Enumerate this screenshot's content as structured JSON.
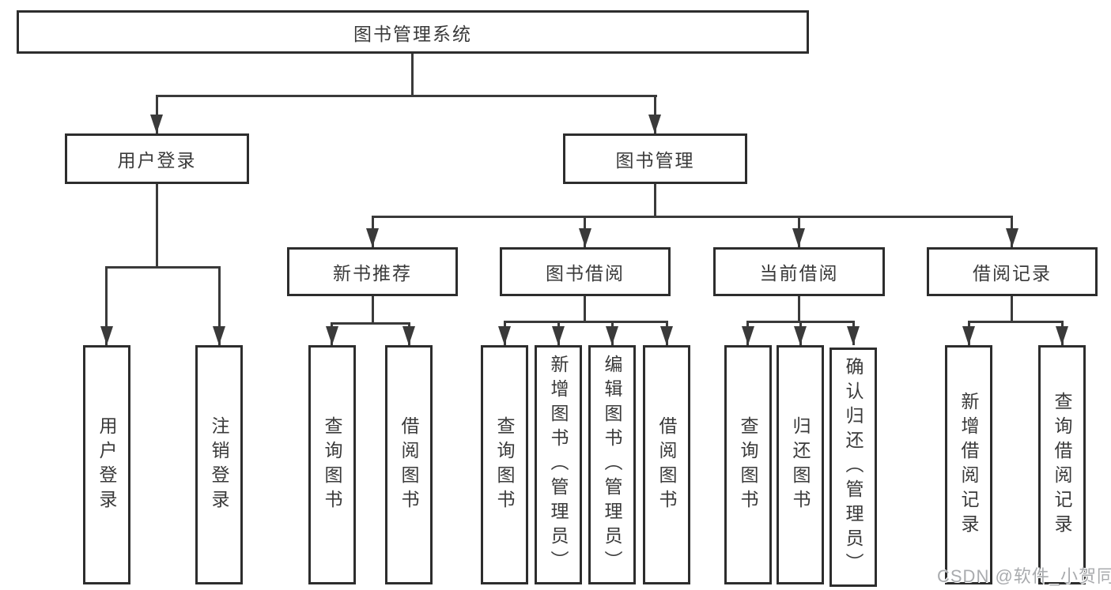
{
  "diagram": {
    "title": "图书管理系统",
    "root": {
      "label": "图书管理系统"
    },
    "level2": {
      "user_login": {
        "label": "用户登录"
      },
      "book_management": {
        "label": "图书管理"
      }
    },
    "level3": {
      "new_book_recommend": {
        "label": "新书推荐"
      },
      "book_borrow": {
        "label": "图书借阅"
      },
      "current_borrow": {
        "label": "当前借阅"
      },
      "borrow_records": {
        "label": "借阅记录"
      }
    },
    "leaves": {
      "user_login_action": {
        "label": "用户登录"
      },
      "logout_action": {
        "label": "注销登录"
      },
      "query_book_recommend": {
        "label": "查询图书"
      },
      "borrow_book_recommend": {
        "label": "借阅图书"
      },
      "query_book_borrow": {
        "label": "查询图书"
      },
      "add_book_admin": {
        "label": "新增图书（管理员）"
      },
      "edit_book_admin": {
        "label": "编辑图书（管理员）"
      },
      "borrow_book_borrow": {
        "label": "借阅图书"
      },
      "query_book_current": {
        "label": "查询图书"
      },
      "return_book": {
        "label": "归还图书"
      },
      "confirm_return_admin": {
        "label": "确认归还（管理员）"
      },
      "add_borrow_record": {
        "label": "新增借阅记录"
      },
      "query_borrow_record": {
        "label": "查询借阅记录"
      }
    }
  },
  "watermark": {
    "text": "CSDN @软件_小贺同学"
  }
}
